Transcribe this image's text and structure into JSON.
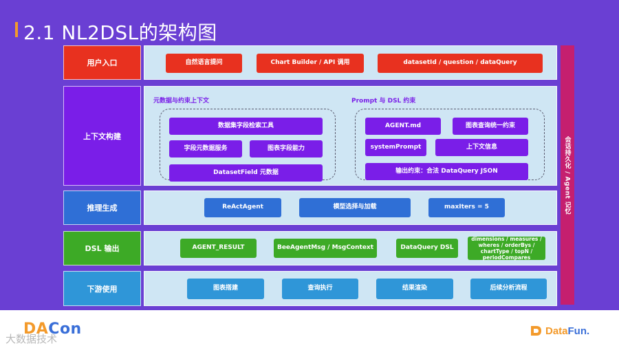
{
  "title": "2.1 NL2DSL的架构图",
  "rows": {
    "user_entry": {
      "label": "用户入口",
      "items": [
        "自然语言提问",
        "Chart Builder / API 调用",
        "datasetId / question / dataQuery"
      ]
    },
    "context": {
      "label": "上下文构建",
      "left_group": {
        "title": "元数据与约束上下文",
        "items": [
          "数据集字段检索工具",
          "字段元数据服务",
          "图表字段能力",
          "DatasetField 元数据"
        ]
      },
      "right_group": {
        "title": "Prompt 与 DSL 约束",
        "items": [
          "AGENT.md",
          "图表查询统一约束",
          "systemPrompt",
          "上下文信息",
          "输出约束：合法 DataQuery JSON"
        ]
      }
    },
    "reasoning": {
      "label": "推理生成",
      "items": [
        "ReActAgent",
        "模型选择与加载",
        "maxIters = 5"
      ]
    },
    "dsl_output": {
      "label": "DSL 输出",
      "items": [
        "AGENT_RESULT",
        "BeeAgentMsg / MsgContext",
        "DataQuery DSL",
        "dimensions / measures / wheres / orderBys / chartType / topN / periodCompares"
      ]
    },
    "downstream": {
      "label": "下游使用",
      "items": [
        "图表搭建",
        "查询执行",
        "结果渲染",
        "后续分析流程"
      ]
    }
  },
  "side_bar": "会话持久化 / Agent 记忆",
  "footer": {
    "logo_left_main": "DA",
    "logo_left_accent": "Con",
    "logo_left_sub": "大数据技术",
    "logo_right_a": "Data",
    "logo_right_b": "Fun."
  },
  "colors": {
    "background": "#6a3fd3",
    "accent_orange": "#f39a2b",
    "user_entry": "#e8311f",
    "context": "#7a1ee8",
    "reasoning": "#2f6fd6",
    "dsl_output": "#3daa26",
    "downstream": "#2f96d8",
    "side_bar": "#c51f6f"
  }
}
